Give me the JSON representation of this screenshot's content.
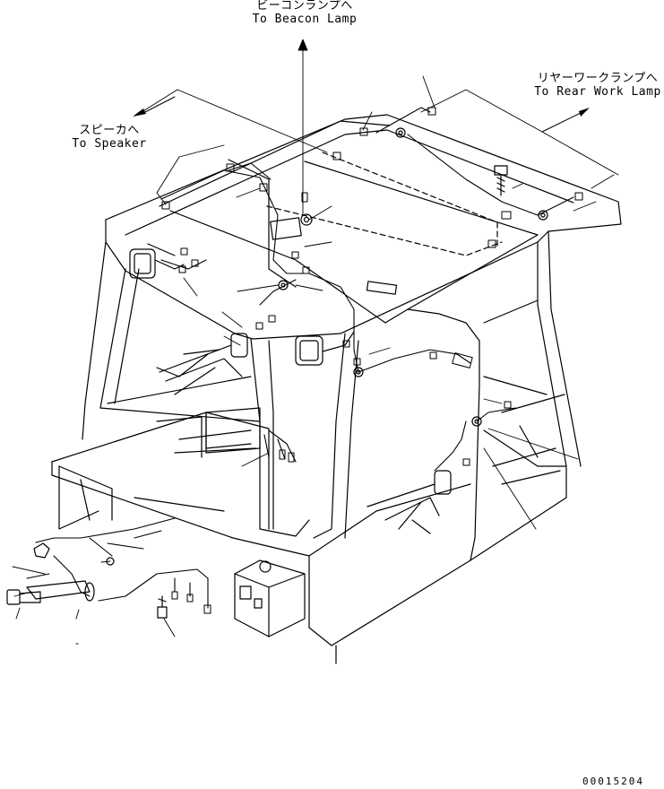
{
  "callouts": {
    "beacon_lamp": {
      "jp": "ビーコンランプへ",
      "en": "To Beacon Lamp"
    },
    "speaker": {
      "jp": "スピーカへ",
      "en": "To Speaker"
    },
    "rear_work_lamp": {
      "jp": "リヤーワークランプへ",
      "en": "To Rear Work Lamp"
    }
  },
  "drawing_number": "00015204",
  "colors": {
    "line": "#000000",
    "background": "#ffffff"
  }
}
